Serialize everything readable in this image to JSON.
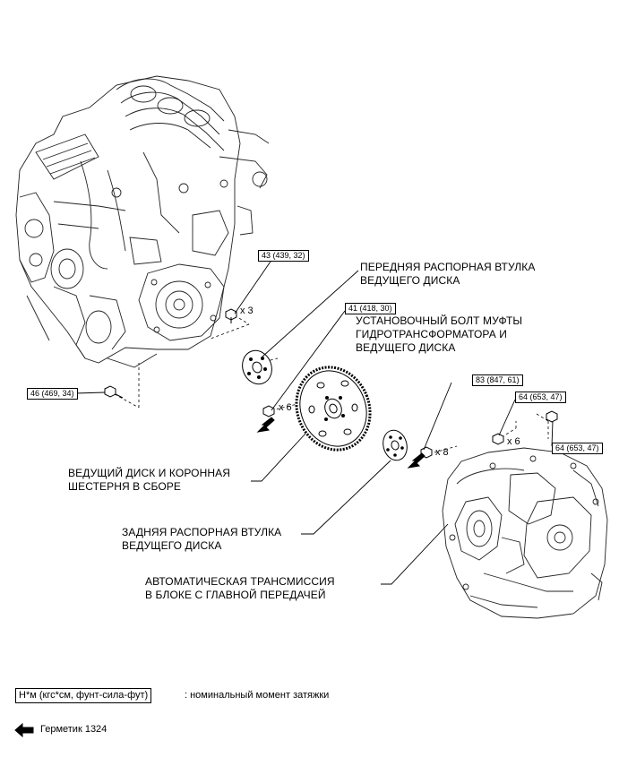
{
  "parts": {
    "front_spacer": [
      "ПЕРЕДНЯЯ РАСПОРНАЯ ВТУЛКА",
      "ВЕДУЩЕГО ДИСКА"
    ],
    "bolt": [
      "УСТАНОВОЧНЫЙ БОЛТ МУФТЫ",
      "ГИДРОТРАНСФОРМАТОРА И",
      "ВЕДУЩЕГО ДИСКА"
    ],
    "drive_plate": [
      "ВЕДУЩИЙ ДИСК И КОРОННАЯ",
      "ШЕСТЕРНЯ В СБОРЕ"
    ],
    "rear_spacer": [
      "ЗАДНЯЯ РАСПОРНАЯ ВТУЛКА",
      "ВЕДУЩЕГО ДИСКА"
    ],
    "transaxle": [
      "АВТОМАТИЧЕСКАЯ ТРАНСМИССИЯ",
      "В БЛОКЕ С ГЛАВНОЙ ПЕРЕДАЧЕЙ"
    ]
  },
  "torques": {
    "t43": "43 (439, 32)",
    "t41": "41 (418, 30)",
    "t46": "46 (469, 34)",
    "t83": "83 (847, 61)",
    "t64a": "64 (653, 47)",
    "t64b": "64 (653, 47)"
  },
  "quantities": {
    "q3": "x 3",
    "q6a": "x 6",
    "q8": "x 8",
    "q6b": "x 6"
  },
  "legend": {
    "unit_box": "Н*м (кгс*см, фунт-сила-фут)",
    "unit_desc": ": номинальный момент затяжки",
    "sealant": "Герметик 1324"
  }
}
